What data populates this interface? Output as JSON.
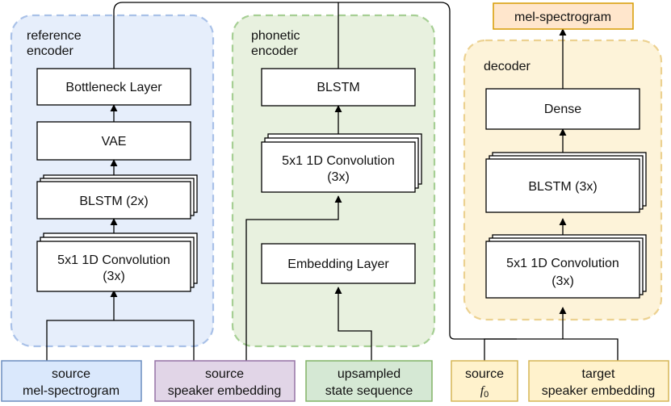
{
  "colors": {
    "reference_region_fill": "#e6eefb",
    "reference_region_stroke": "#a9c1e8",
    "phonetic_region_fill": "#e8f1df",
    "phonetic_region_stroke": "#a6cf94",
    "decoder_region_fill": "#fdf3d9",
    "decoder_region_stroke": "#ecd190",
    "input_blue_fill": "#dae8fc",
    "input_blue_stroke": "#6c8ebf",
    "input_purple_fill": "#e1d5e7",
    "input_purple_stroke": "#9673a6",
    "input_green_fill": "#d5e8d4",
    "input_green_stroke": "#82b366",
    "input_orange_fill": "#ffe6cc",
    "input_orange_stroke": "#d79b00",
    "input_yellow_fill": "#fff2cc",
    "input_yellow_stroke": "#d6b656"
  },
  "regions": {
    "reference": {
      "line1": "reference",
      "line2": "encoder"
    },
    "phonetic": {
      "line1": "phonetic",
      "line2": "encoder"
    },
    "decoder": {
      "line1": "decoder"
    }
  },
  "reference_encoder": {
    "bottleneck": "Bottleneck Layer",
    "vae": "VAE",
    "blstm": "BLSTM (2x)",
    "conv_line1": "5x1 1D Convolution",
    "conv_line2": "(3x)"
  },
  "phonetic_encoder": {
    "blstm": "BLSTM",
    "conv_line1": "5x1 1D Convolution",
    "conv_line2": "(3x)",
    "embedding": "Embedding Layer"
  },
  "decoder": {
    "dense": "Dense",
    "blstm": "BLSTM (3x)",
    "conv_line1": "5x1 1D Convolution",
    "conv_line2": "(3x)"
  },
  "inputs": {
    "source_mel_line1": "source",
    "source_mel_line2": "mel-spectrogram",
    "source_spk_line1": "source",
    "source_spk_line2": "speaker embedding",
    "state_seq_line1": "upsampled",
    "state_seq_line2": "state sequence",
    "source_f0_line1": "source",
    "source_f0_symbol": "f",
    "source_f0_subscript": "0",
    "target_spk_line1": "target",
    "target_spk_line2": "speaker embedding"
  },
  "output": {
    "label": "mel-spectrogram"
  }
}
